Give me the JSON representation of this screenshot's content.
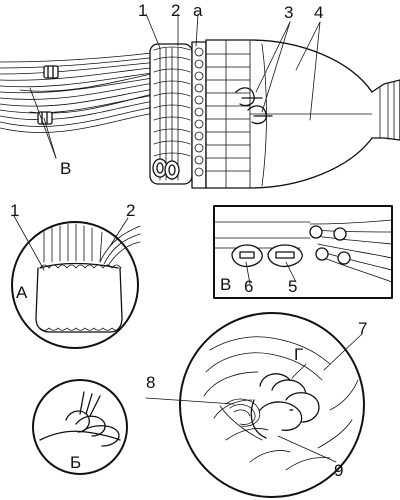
{
  "figure": {
    "main_view": {
      "callouts": [
        "1",
        "2",
        "а",
        "3",
        "4"
      ],
      "view_ref": "В"
    },
    "detail_a": {
      "letter": "А",
      "callouts": [
        "1",
        "2"
      ]
    },
    "detail_b": {
      "letter": "Б"
    },
    "detail_v": {
      "letter": "В",
      "callouts": [
        "6",
        "5"
      ]
    },
    "detail_g": {
      "letter": "Г",
      "callouts": [
        "7",
        "8",
        "9"
      ]
    }
  },
  "colors": {
    "ink": "#111111",
    "paper": "#ffffff"
  }
}
